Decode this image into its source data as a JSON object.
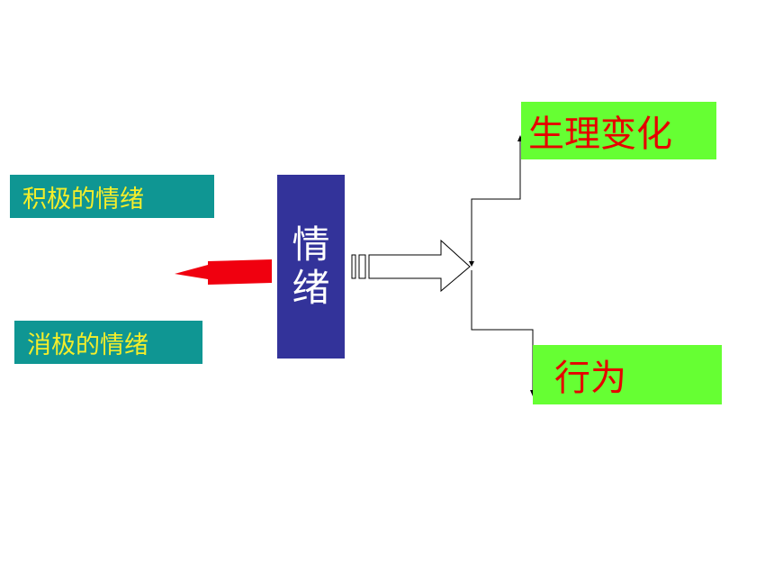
{
  "diagram": {
    "left_top_label": "积极的情绪",
    "left_bottom_label": "消极的情绪",
    "center_label": [
      "情",
      "绪"
    ],
    "right_top_label": "生理变化",
    "right_bottom_label": "行为"
  },
  "colors": {
    "teal_box": "#0f9693",
    "yellow_text": "#f5ee2a",
    "center_box": "#33339a",
    "green_box": "#66ff33",
    "red_text": "#e60000",
    "red_arrow": "#f0000f"
  }
}
